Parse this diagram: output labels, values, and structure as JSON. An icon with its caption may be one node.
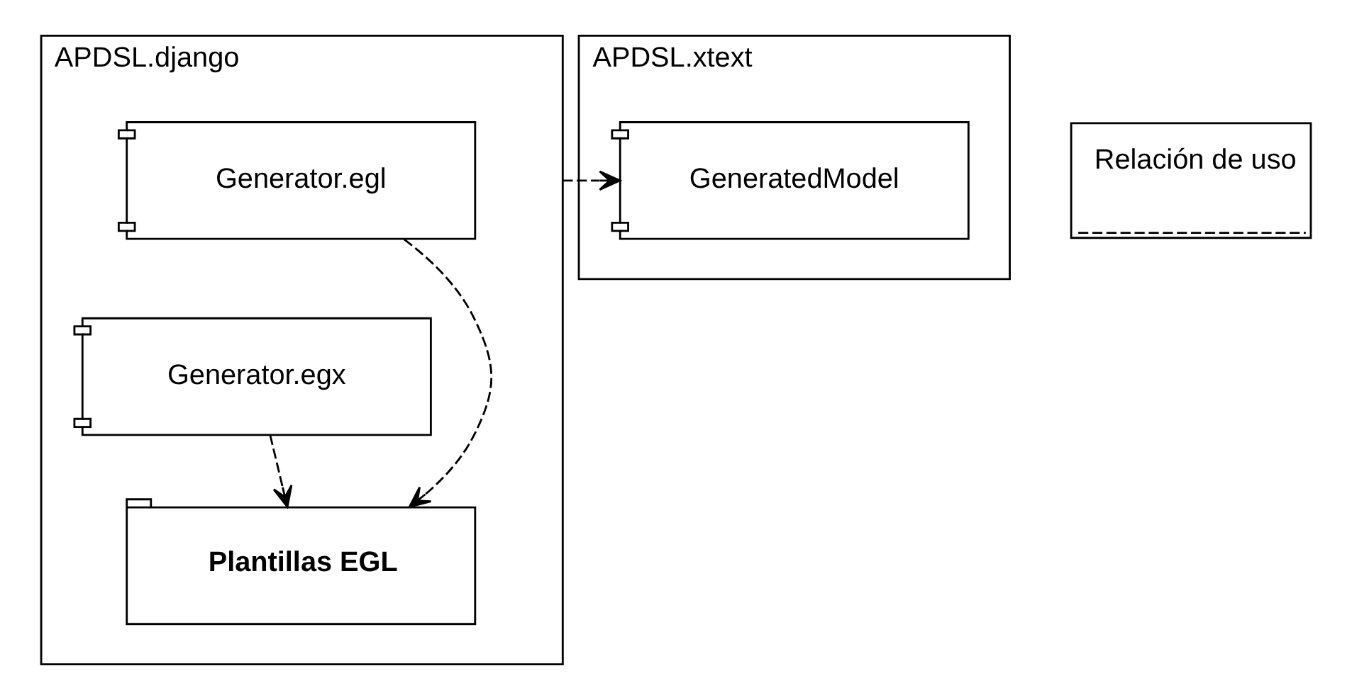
{
  "diagram": {
    "nodes": [
      {
        "text": [
          "APDSL.django"
        ]
      },
      {
        "text": [
          "Generator.egl"
        ],
        "in": 0
      },
      {
        "text": [
          "Generator.egx"
        ],
        "in": 0
      },
      {
        "text": [
          "Plantillas EGL"
        ],
        "in": 0
      },
      {
        "text": [
          "APDSL.xtext"
        ]
      },
      {
        "text": [
          "GeneratedModel"
        ],
        "in": 4
      }
    ],
    "edges": [
      {
        "from": 1,
        "to": 3,
        "arrow": "to",
        "style": "dashed"
      },
      {
        "from": 2,
        "to": 3,
        "arrow": "to",
        "style": "dashed"
      },
      {
        "from": 0,
        "to": 5,
        "arrow": "to",
        "style": "dashed"
      }
    ],
    "legend": [
      {
        "text": "Relación de uso"
      }
    ]
  }
}
